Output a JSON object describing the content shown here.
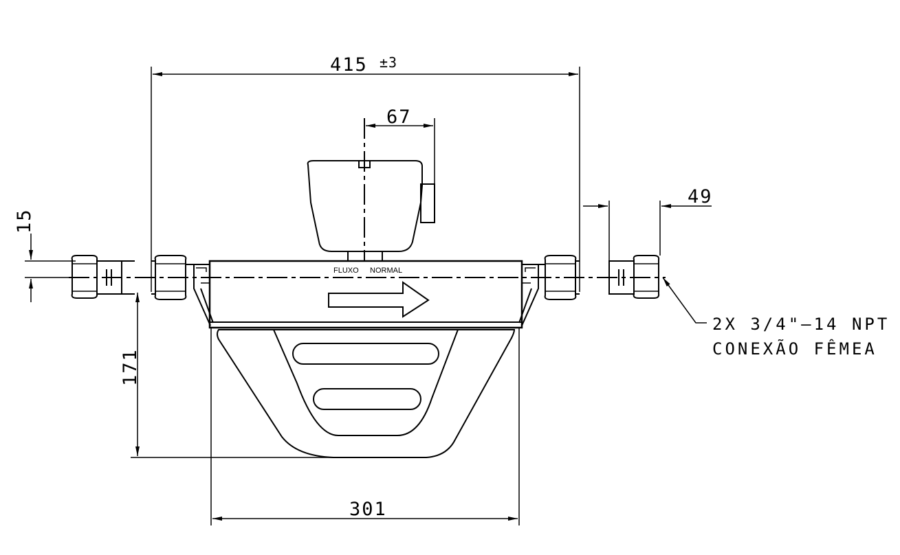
{
  "dimensions": {
    "overall_length": "415",
    "overall_tolerance": "±3",
    "head_offset": "67",
    "fitting_length": "49",
    "pipe_height": "15",
    "total_height": "171",
    "base_width": "301"
  },
  "body_labels": {
    "left": "FLUXO",
    "right": "NORMAL"
  },
  "callout": {
    "line1": "2X 3/4\"–14 NPT",
    "line2": "CONEXÃO FÊMEA"
  }
}
